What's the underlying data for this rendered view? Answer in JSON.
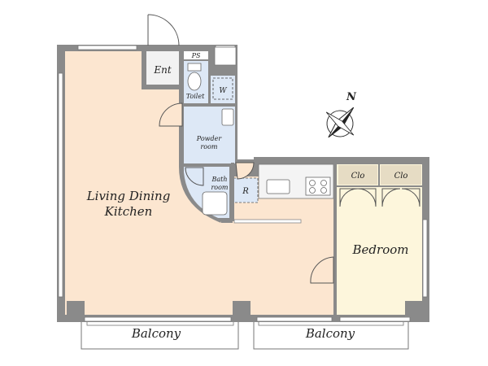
{
  "rooms": {
    "entrance": "Ent",
    "pipe_space": "PS",
    "toilet": "Toilet",
    "washer": "W",
    "powder_room_line1": "Powder",
    "powder_room_line2": "room",
    "bath_room_line1": "Bath",
    "bath_room_line2": "room",
    "refrigerator": "R",
    "living_line1": "Living Dining",
    "living_line2": "Kitchen",
    "bedroom": "Bedroom",
    "closet_1": "Clo",
    "closet_2": "Clo",
    "balcony_left": "Balcony",
    "balcony_right": "Balcony"
  },
  "compass": {
    "label": "N"
  },
  "colors": {
    "wall": "#8a8a8a",
    "living": "#fce6d0",
    "bedroom": "#fdf6dc",
    "wet_area": "#dde8f6",
    "entrance": "#f2f2f2",
    "closet": "#e6dcc4",
    "kitchen_counter": "#f4f4f4"
  }
}
